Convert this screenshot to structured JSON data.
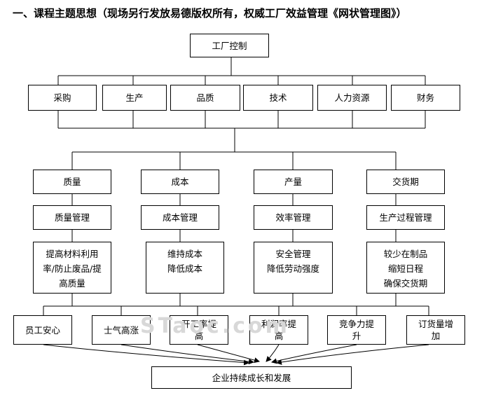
{
  "heading": "一、课程主题思想（现场另行发放易德版权所有，权威工厂效益管理《网状管理图》）",
  "watermark": "STaoc.com",
  "root": "工厂控制",
  "departments": [
    "采购",
    "生产",
    "品质",
    "技术",
    "人力资源",
    "财务"
  ],
  "pillars": [
    {
      "title": "质量",
      "mgmt": "质量管理",
      "detail": "提高材料利用\n率/防止废品/提\n高质量"
    },
    {
      "title": "成本",
      "mgmt": "成本管理",
      "detail": "维持成本\n降低成本"
    },
    {
      "title": "产量",
      "mgmt": "效率管理",
      "detail": "安全管理\n降低劳动强度"
    },
    {
      "title": "交货期",
      "mgmt": "生产过程管理",
      "detail": "较少在制品\n缩短日程\n确保交货期"
    }
  ],
  "outcomes": [
    "员工安心",
    "士气高涨",
    "开工率提\n高",
    "利润率提\n高",
    "竞争力提\n升",
    "订货量增\n加"
  ],
  "goal": "企业持续成长和发展"
}
